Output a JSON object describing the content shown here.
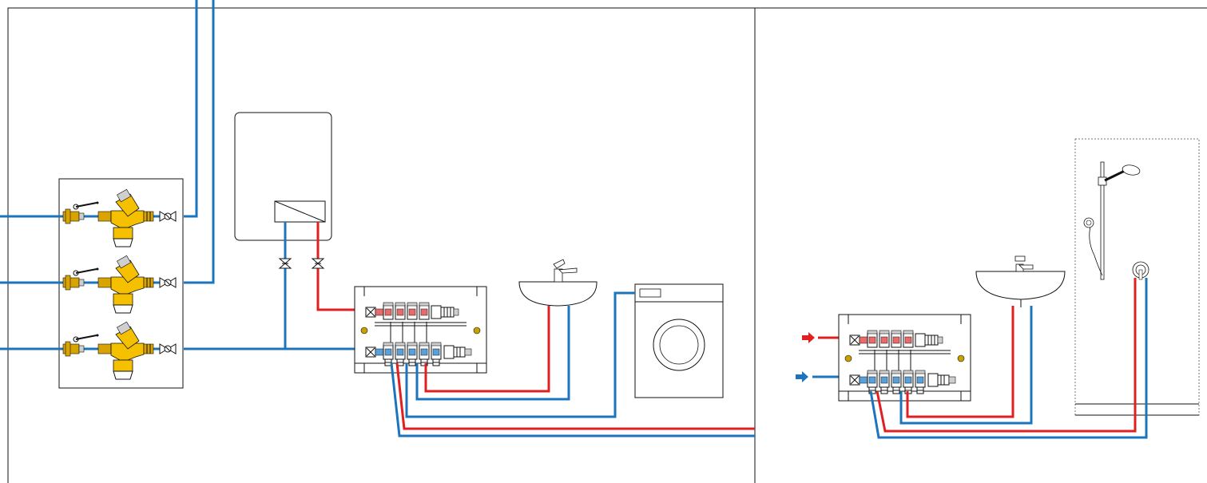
{
  "colors": {
    "hot_water": "#e02020",
    "cold_water": "#1c75bc",
    "fitting_yellow": "#f5c000",
    "outline": "#111111"
  },
  "panels": {
    "left": {
      "contents": [
        "pressure-reducer-stations",
        "water-heater",
        "distribution-manifold",
        "washbasin",
        "washing-machine"
      ]
    },
    "right": {
      "contents": [
        "distribution-manifold",
        "washbasin",
        "shower"
      ]
    }
  },
  "icons": [
    "ball-valve-icon",
    "pressure-reducer-icon",
    "shutoff-valve-icon",
    "manifold-icon",
    "washbasin-icon",
    "faucet-icon",
    "washing-machine-icon",
    "water-heater-icon",
    "shower-head-icon",
    "shower-mixer-icon",
    "flow-arrow-icon"
  ]
}
